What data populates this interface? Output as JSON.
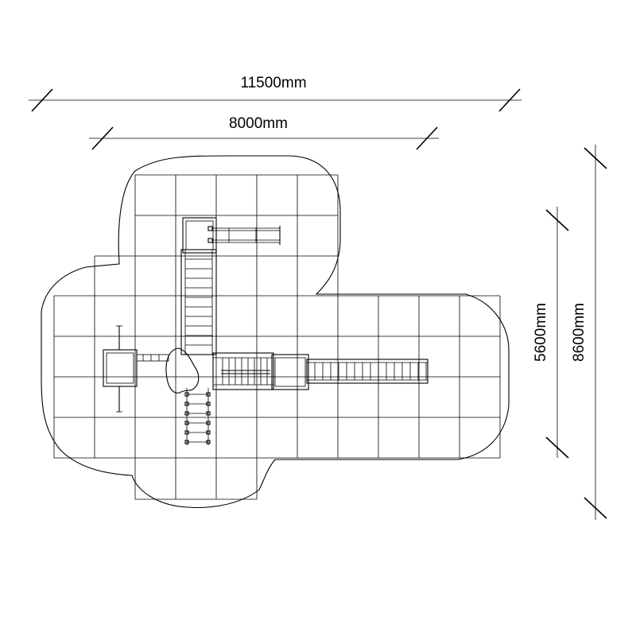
{
  "dimensions": {
    "overall_width": "11500mm",
    "play_width": "8000mm",
    "play_depth": "5600mm",
    "overall_depth": "8600mm"
  },
  "colors": {
    "line": "#000000",
    "background": "#ffffff"
  }
}
